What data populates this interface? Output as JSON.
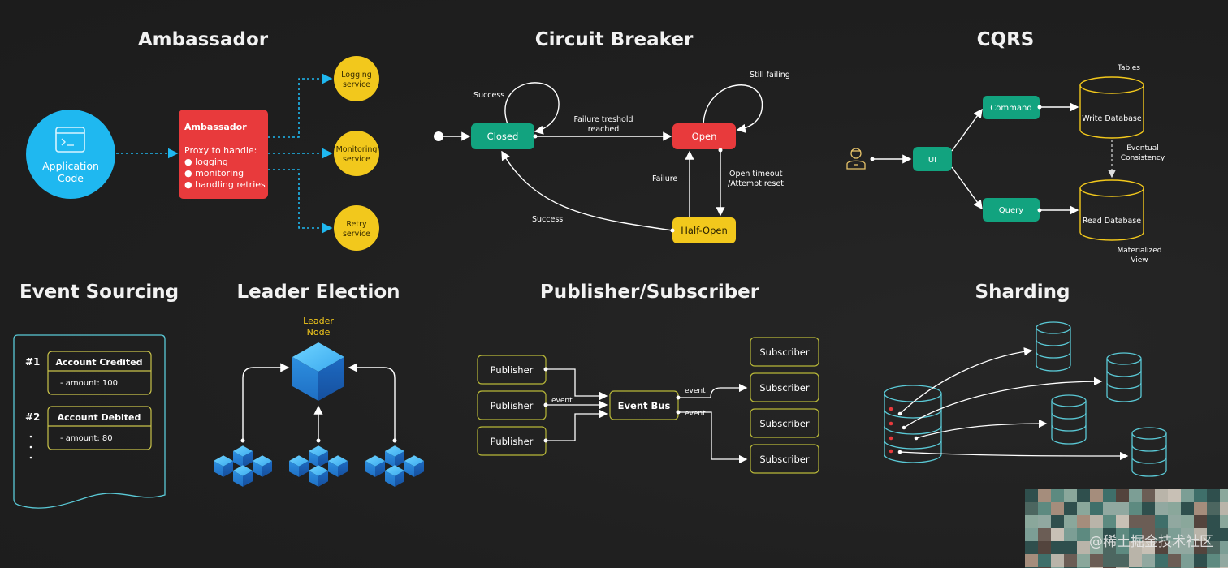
{
  "sections": {
    "ambassador": {
      "title": "Ambassador",
      "app_code": [
        "Application",
        "Code"
      ],
      "box_title": "Ambassador",
      "proxy_lines": [
        "Proxy to handle:",
        "● logging",
        "● monitoring",
        "● handling retries"
      ],
      "services": [
        [
          "Logging",
          "service"
        ],
        [
          "Monitoring",
          "service"
        ],
        [
          "Retry",
          "service"
        ]
      ]
    },
    "circuit_breaker": {
      "title": "Circuit Breaker",
      "states": {
        "closed": "Closed",
        "open": "Open",
        "half_open": "Half-Open"
      },
      "labels": {
        "success_top": "Success",
        "failure_threshold": [
          "Failure treshold",
          "reached"
        ],
        "still_failing": "Still failing",
        "failure": "Failure",
        "open_timeout": [
          "Open timeout",
          "/Attempt reset"
        ],
        "success_bottom": "Success"
      }
    },
    "cqrs": {
      "title": "CQRS",
      "ui": "UI",
      "command": "Command",
      "query": "Query",
      "tables": "Tables",
      "write_db": "Write Database",
      "read_db": "Read Database",
      "eventual": [
        "Eventual",
        "Consistency"
      ],
      "materialized": [
        "Materialized",
        "View"
      ]
    },
    "event_sourcing": {
      "title": "Event Sourcing",
      "events": [
        {
          "num": "#1",
          "name": "Account Credited",
          "detail": "- amount: 100"
        },
        {
          "num": "#2",
          "name": "Account Debited",
          "detail": "- amount: 80"
        }
      ]
    },
    "leader_election": {
      "title": "Leader Election",
      "leader_label": [
        "Leader",
        "Node"
      ]
    },
    "pubsub": {
      "title": "Publisher/Subscriber",
      "publishers": [
        "Publisher",
        "Publisher",
        "Publisher"
      ],
      "event_bus": "Event Bus",
      "event_label": "event",
      "subscribers": [
        "Subscriber",
        "Subscriber",
        "Subscriber",
        "Subscriber"
      ]
    },
    "sharding": {
      "title": "Sharding"
    }
  },
  "watermark": "@稀土掘金技术社区",
  "colors": {
    "background": "#202020",
    "accent_cyan": "#1fb8f0",
    "red": "#e83a3c",
    "yellow": "#f2c81c",
    "green": "#12a37f",
    "olive_border": "#b8b838",
    "teal_outline": "#5ac9d6"
  }
}
